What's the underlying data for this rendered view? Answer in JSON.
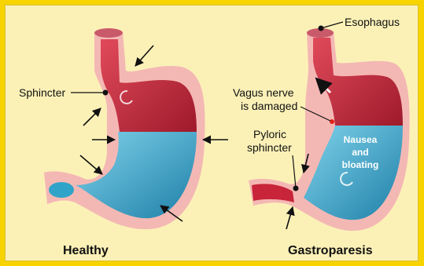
{
  "labels": {
    "sphincter": "Sphincter",
    "esophagus": "Esophagus",
    "vagus_line1": "Vagus nerve",
    "vagus_line2": "is damaged",
    "pyloric_line1": "Pyloric",
    "pyloric_line2": "sphincter",
    "nausea_line1": "Nausea",
    "nausea_line2": "and",
    "nausea_line3": "bloating",
    "healthy": "Healthy",
    "gastroparesis": "Gastroparesis"
  },
  "colors": {
    "outer_frame": "#f7d300",
    "background": "#fbf1b7",
    "stomach_wall": "#f4b8b4",
    "stomach_red": "#c8243a",
    "stomach_blue": "#2fa4c8",
    "arrow": "#111111"
  }
}
